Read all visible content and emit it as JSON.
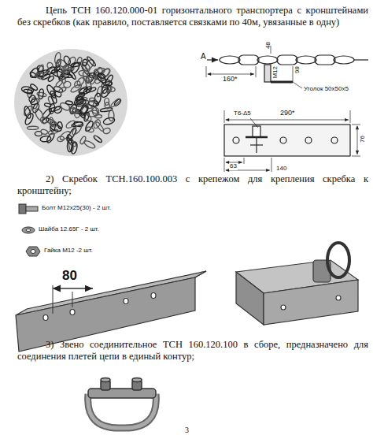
{
  "diagram": {
    "labels": [
      "Цепь ТСН 160.120.000-01 горизонтального транспортера с кронштейнами без скребков (как правило, поставляется связками по 40м, увязанные в одну)",
      "А",
      "160*",
      "48",
      "M12",
      "98",
      "Уголок 50х50х5",
      "290*",
      "Т6-Δ5",
      "76",
      "63",
      "140",
      "2) Скребок ТСН.160.100.003 с крепежом для крепления скребка к кронштейну;",
      "Болт М12х25(30) - 2 шт.",
      "Шайба 12.65Г - 2 шт.",
      "Гайка М12 -2 шт.",
      "80",
      "3) Звено соединительное ТСН 160.120.100 в сборе, предназначено для соединения плетей цепи в единый контур;",
      "3"
    ]
  }
}
